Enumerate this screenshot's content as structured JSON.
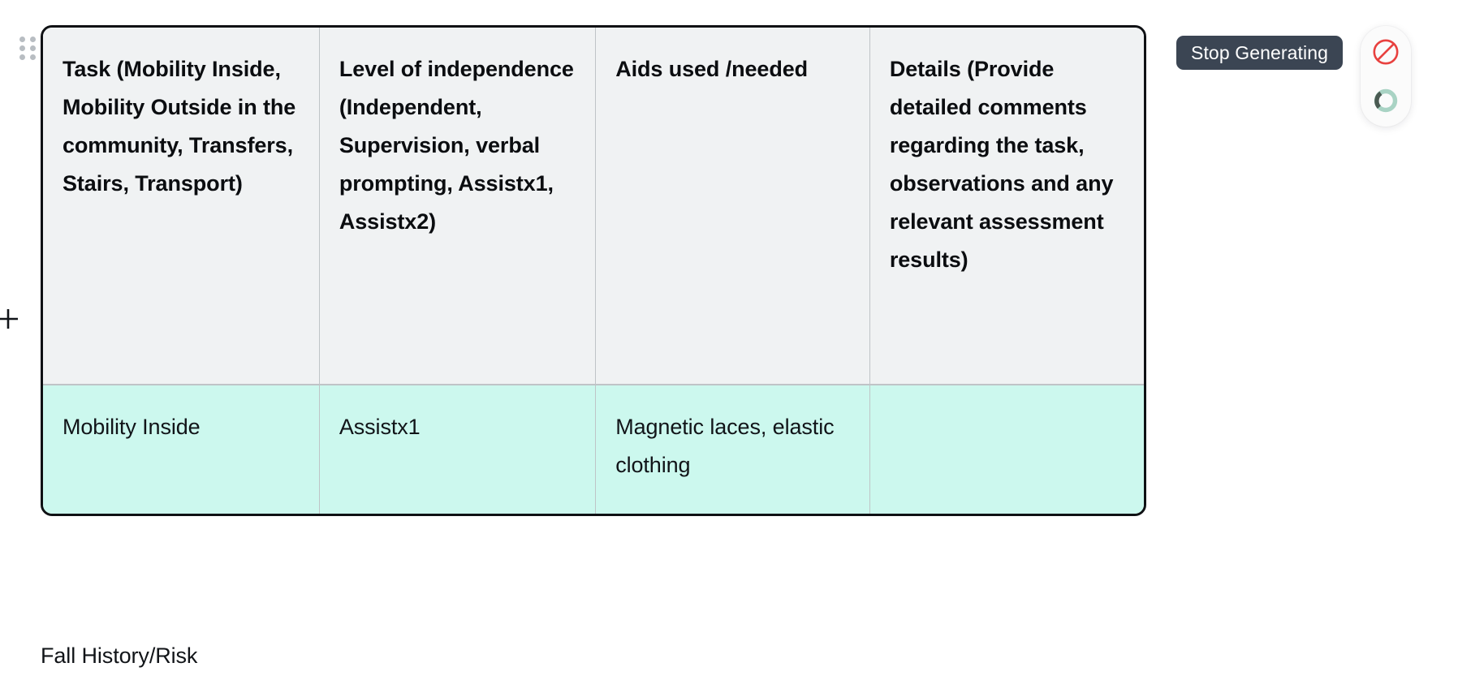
{
  "document": {
    "trailing_text": "Fall History/Risk"
  },
  "table": {
    "columns": [
      "Task (Mobility Inside, Mobility Outside in the community, Transfers, Stairs, Transport)",
      "Level of independence (Independent, Supervision, verbal prompting, Assistx1, Assistx2)",
      "Aids used /needed",
      "Details (Provide detailed comments regarding the task, observations and any relevant assessment results)"
    ],
    "rows": [
      {
        "task": "Mobility Inside",
        "level_of_independence": "Assistx1",
        "aids": "Magnetic laces, elastic clothing",
        "details": ""
      }
    ],
    "colors": {
      "header_bg": "#f0f2f3",
      "row_bg": "#ccf8ee",
      "border": "#0f1114",
      "cell_divider": "#bfc4c7"
    }
  },
  "tooltip": {
    "label": "Stop Generating"
  },
  "action_pill": {
    "stop_label": "stop-icon",
    "spinner_label": "loading-spinner-icon",
    "stop_color": "#e8413f",
    "spinner_track_color": "#a9d3c4",
    "spinner_arc_color": "#4a5a52"
  },
  "gutter": {
    "drag_handle_label": "drag-handle-icon",
    "add_block_label": "add-block-icon"
  }
}
